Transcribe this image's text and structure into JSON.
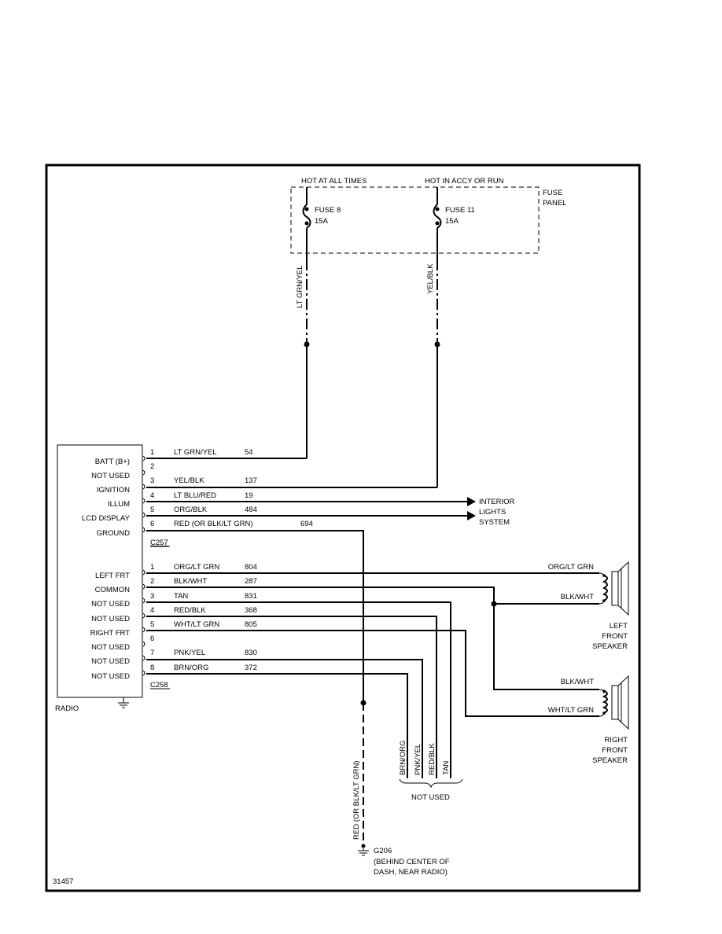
{
  "figure_id": "31457",
  "fuse_panel": {
    "label_line1": "FUSE",
    "label_line2": "PANEL",
    "hot_at_all_times": "HOT AT ALL TIMES",
    "hot_in_accy": "HOT IN ACCY OR RUN",
    "fuse8_name": "FUSE 8",
    "fuse8_rating": "15A",
    "fuse11_name": "FUSE 11",
    "fuse11_rating": "15A",
    "wire_left_label": "LT GRN/YEL",
    "wire_right_label": "YEL/BLK"
  },
  "radio": {
    "label": "RADIO",
    "terminals_c257": [
      "BATT (B+)",
      "NOT USED",
      "IGNITION",
      "ILLUM",
      "LCD DISPLAY",
      "GROUND"
    ],
    "terminals_c258": [
      "LEFT FRT",
      "COMMON",
      "NOT USED",
      "NOT USED",
      "RIGHT FRT",
      "NOT USED",
      "NOT USED",
      "NOT USED"
    ]
  },
  "connector_c257": {
    "name": "C257",
    "pins": [
      {
        "num": "1",
        "color": "LT GRN/YEL",
        "circuit": "54"
      },
      {
        "num": "2",
        "color": "",
        "circuit": ""
      },
      {
        "num": "3",
        "color": "YEL/BLK",
        "circuit": "137"
      },
      {
        "num": "4",
        "color": "LT BLU/RED",
        "circuit": "19"
      },
      {
        "num": "5",
        "color": "ORG/BLK",
        "circuit": "484"
      },
      {
        "num": "6",
        "color": "RED (OR BLK/LT GRN)",
        "circuit": "694"
      }
    ]
  },
  "connector_c258": {
    "name": "C258",
    "pins": [
      {
        "num": "1",
        "color": "ORG/LT GRN",
        "circuit": "804"
      },
      {
        "num": "2",
        "color": "BLK/WHT",
        "circuit": "287"
      },
      {
        "num": "3",
        "color": "TAN",
        "circuit": "831"
      },
      {
        "num": "4",
        "color": "RED/BLK",
        "circuit": "368"
      },
      {
        "num": "5",
        "color": "WHT/LT GRN",
        "circuit": "805"
      },
      {
        "num": "6",
        "color": "",
        "circuit": ""
      },
      {
        "num": "7",
        "color": "PNK/YEL",
        "circuit": "830"
      },
      {
        "num": "8",
        "color": "BRN/ORG",
        "circuit": "372"
      }
    ]
  },
  "interior_lights": {
    "line1": "INTERIOR",
    "line2": "LIGHTS",
    "line3": "SYSTEM"
  },
  "left_speaker": {
    "wire_top": "ORG/LT GRN",
    "wire_bottom": "BLK/WHT",
    "line1": "LEFT",
    "line2": "FRONT",
    "line3": "SPEAKER"
  },
  "right_speaker": {
    "wire_top": "BLK/WHT",
    "wire_bottom": "WHT/LT GRN",
    "line1": "RIGHT",
    "line2": "FRONT",
    "line3": "SPEAKER"
  },
  "not_used_bundle": {
    "label": "NOT USED",
    "wires": [
      "BRN/ORG",
      "PNK/YEL",
      "RED/BLK",
      "TAN"
    ]
  },
  "ground": {
    "wire_label": "RED (OR BLK/LT GRN)",
    "name": "G206",
    "location_line1": "(BEHIND CENTER OF",
    "location_line2": "DASH, NEAR RADIO)"
  }
}
